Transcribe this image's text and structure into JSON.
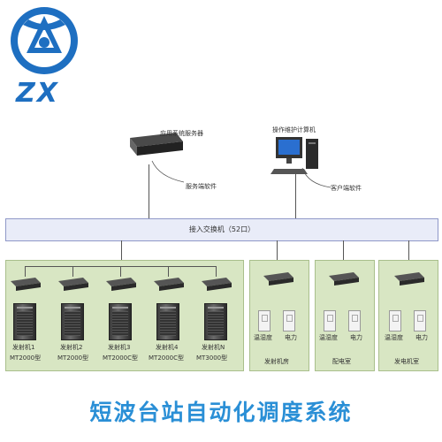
{
  "logo": {
    "letters": "ZX",
    "color": "#1e6fc1"
  },
  "server": {
    "name": "应用系统服务器",
    "software": "服务端软件"
  },
  "workstation": {
    "name": "操作维护计算机",
    "software": "客户端软件"
  },
  "switch_bus": {
    "label": "接入交换机（52口）"
  },
  "transmitters": [
    {
      "name": "发射机1",
      "model": "MT2000型"
    },
    {
      "name": "发射机2",
      "model": "MT2000型"
    },
    {
      "name": "发射机3",
      "model": "MT2000C型"
    },
    {
      "name": "发射机4",
      "model": "MT2000C型"
    },
    {
      "name": "发射机N",
      "model": "MT3000型"
    }
  ],
  "rooms": [
    {
      "name": "发射机房",
      "left_device": "温湿度",
      "right_device": "电力"
    },
    {
      "name": "配电室",
      "left_device": "温湿度",
      "right_device": "电力"
    },
    {
      "name": "发电机室",
      "left_device": "温湿度",
      "right_device": "电力"
    }
  ],
  "title": "短波台站自动化调度系统",
  "colors": {
    "panel": "#d8e6c3",
    "bus": "#e9ecf8",
    "title": "#2a8fd6",
    "accent": "#1e6fc1"
  }
}
